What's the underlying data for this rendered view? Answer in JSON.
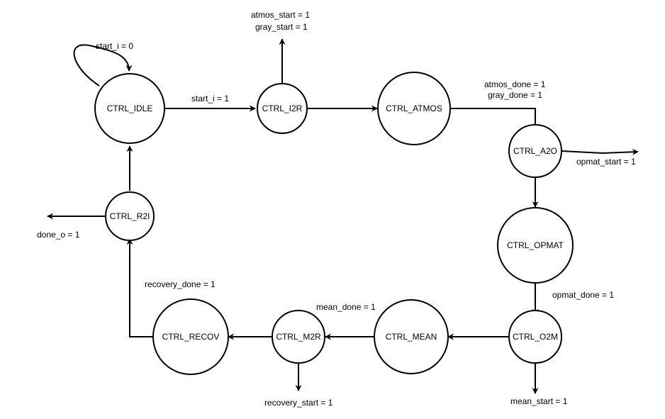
{
  "diagram": {
    "states": {
      "idle": "CTRL_IDLE",
      "i2r": "CTRL_I2R",
      "atmos": "CTRL_ATMOS",
      "a2o": "CTRL_A2O",
      "opmat": "CTRL_OPMAT",
      "o2m": "CTRL_O2M",
      "mean": "CTRL_MEAN",
      "m2r": "CTRL_M2R",
      "recov": "CTRL_RECOV",
      "r2i": "CTRL_R2I"
    },
    "labels": {
      "start_i_0": "start_i = 0",
      "start_i_1": "start_i = 1",
      "atmos_start": "atmos_start = 1",
      "gray_start": "gray_start = 1",
      "atmos_done": "atmos_done = 1",
      "gray_done": "gray_done = 1",
      "opmat_start": "opmat_start = 1",
      "opmat_done": "opmat_done = 1",
      "mean_start": "mean_start = 1",
      "mean_done": "mean_done = 1",
      "recovery_start": "recovery_start = 1",
      "recovery_done": "recovery_done = 1",
      "done_o": "done_o = 1"
    }
  }
}
